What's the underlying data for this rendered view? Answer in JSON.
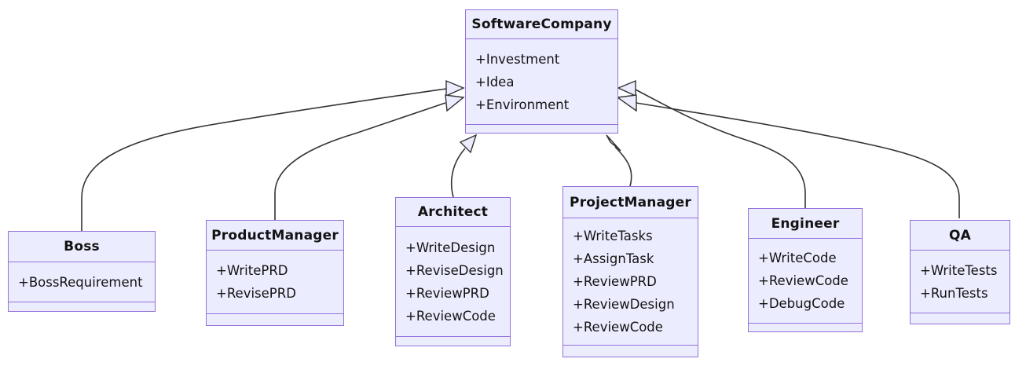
{
  "diagram": {
    "type": "uml-class-diagram",
    "classes": [
      {
        "name": "SoftwareCompany",
        "members": [
          "+Investment",
          "+Idea",
          "+Environment"
        ]
      },
      {
        "name": "Boss",
        "members": [
          "+BossRequirement"
        ]
      },
      {
        "name": "ProductManager",
        "members": [
          "+WritePRD",
          "+RevisePRD"
        ]
      },
      {
        "name": "Architect",
        "members": [
          "+WriteDesign",
          "+ReviseDesign",
          "+ReviewPRD",
          "+ReviewCode"
        ]
      },
      {
        "name": "ProjectManager",
        "members": [
          "+WriteTasks",
          "+AssignTask",
          "+ReviewPRD",
          "+ReviewDesign",
          "+ReviewCode"
        ]
      },
      {
        "name": "Engineer",
        "members": [
          "+WriteCode",
          "+ReviewCode",
          "+DebugCode"
        ]
      },
      {
        "name": "QA",
        "members": [
          "+WriteTests",
          "+RunTests"
        ]
      }
    ],
    "relations": [
      {
        "from": "Boss",
        "to": "SoftwareCompany",
        "type": "inheritance",
        "marker": "hollow-triangle"
      },
      {
        "from": "ProductManager",
        "to": "SoftwareCompany",
        "type": "inheritance",
        "marker": "hollow-triangle"
      },
      {
        "from": "Architect",
        "to": "SoftwareCompany",
        "type": "inheritance",
        "marker": "hollow-triangle"
      },
      {
        "from": "ProjectManager",
        "to": "SoftwareCompany",
        "type": "inheritance",
        "marker": "hollow-triangle"
      },
      {
        "from": "Engineer",
        "to": "SoftwareCompany",
        "type": "inheritance",
        "marker": "hollow-triangle"
      },
      {
        "from": "QA",
        "to": "SoftwareCompany",
        "type": "inheritance",
        "marker": "hollow-triangle"
      }
    ]
  },
  "colors": {
    "background": "#ffffff",
    "node_fill": "#ECECFF",
    "node_border": "#9370DB",
    "edge_color": "#333333",
    "arrowhead_fill": "#ECECFF",
    "text_color": "#131313"
  }
}
